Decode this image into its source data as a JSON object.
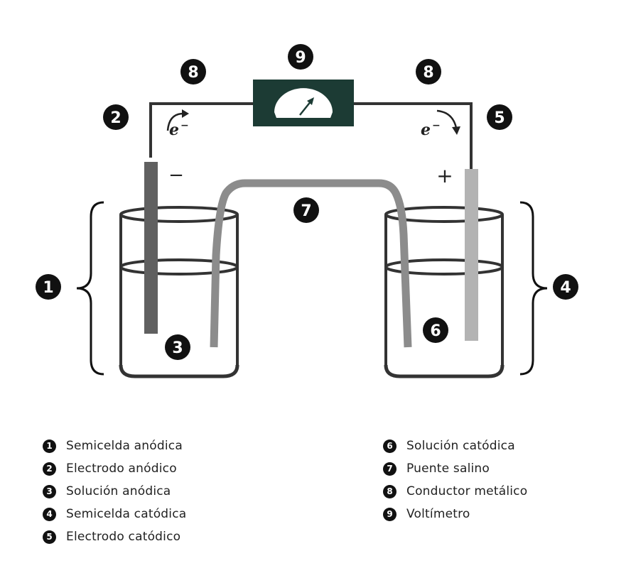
{
  "diagram": {
    "badges": {
      "b1": "1",
      "b2": "2",
      "b3": "3",
      "b4": "4",
      "b5": "5",
      "b6": "6",
      "b7": "7",
      "b8_left": "8",
      "b8_right": "8",
      "b9": "9"
    },
    "anode_sign": "−",
    "cathode_sign": "+",
    "electron_symbol": "e",
    "electron_charge": "−",
    "colors": {
      "voltmeter_body": "#1c3b34",
      "anode_electrode": "#606060",
      "cathode_electrode": "#b3b3b3",
      "salt_bridge": "#8c8c8c",
      "wire": "#333333",
      "beaker": "#333333"
    }
  },
  "legend": {
    "left": [
      {
        "num": "1",
        "label": "Semicelda anódica"
      },
      {
        "num": "2",
        "label": "Electrodo anódico"
      },
      {
        "num": "3",
        "label": "Solución anódica"
      },
      {
        "num": "4",
        "label": "Semicelda catódica"
      },
      {
        "num": "5",
        "label": "Electrodo catódico"
      }
    ],
    "right": [
      {
        "num": "6",
        "label": "Solución catódica"
      },
      {
        "num": "7",
        "label": "Puente salino"
      },
      {
        "num": "8",
        "label": "Conductor metálico"
      },
      {
        "num": "9",
        "label": "Voltímetro"
      }
    ]
  }
}
